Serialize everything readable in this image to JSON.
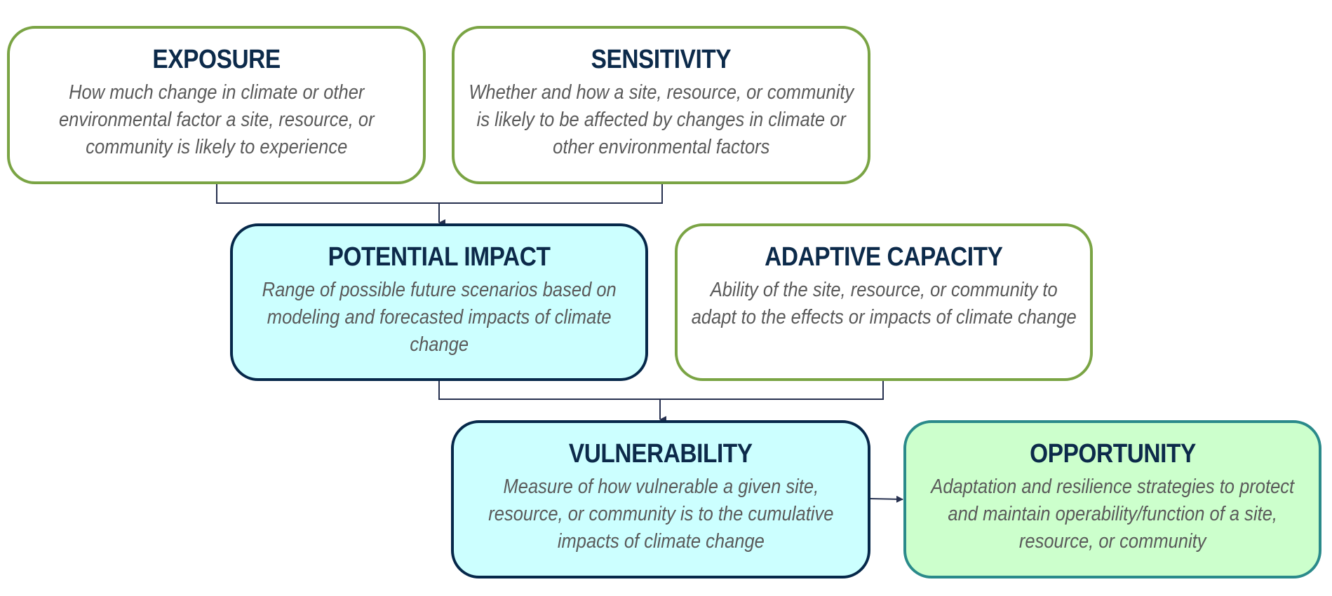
{
  "diagram": {
    "colors": {
      "title_text": "#0c2a4a",
      "description_text": "#5a5a5a",
      "green_border": "#7aa444",
      "navy_border": "#06284a",
      "teal_border": "#2a8a8a",
      "cyan_fill": "#ccffff",
      "mint_fill": "#ccffcc",
      "white_fill": "#ffffff",
      "connector": "#26304f"
    },
    "nodes": {
      "exposure": {
        "title": "EXPOSURE",
        "description": "How much change in climate or other environmental factor a site, resource, or community is likely to experience"
      },
      "sensitivity": {
        "title": "SENSITIVITY",
        "description": "Whether and how a site, resource, or community is likely to be affected by changes in climate or other environmental factors"
      },
      "potential_impact": {
        "title": "POTENTIAL IMPACT",
        "description": "Range of possible future scenarios based on modeling and forecasted impacts of climate change"
      },
      "adaptive_capacity": {
        "title": "ADAPTIVE CAPACITY",
        "description": "Ability of the site, resource, or community to adapt to the effects or impacts of climate change"
      },
      "vulnerability": {
        "title": "VULNERABILITY",
        "description": "Measure of how vulnerable a given site, resource, or community is to the cumulative impacts of climate change"
      },
      "opportunity": {
        "title": "OPPORTUNITY",
        "description": "Adaptation and resilience strategies to protect and maintain operability/function of a site, resource, or community"
      }
    },
    "edges": [
      {
        "from": [
          "exposure",
          "sensitivity"
        ],
        "to": "potential_impact"
      },
      {
        "from": [
          "potential_impact",
          "adaptive_capacity"
        ],
        "to": "vulnerability"
      },
      {
        "from": [
          "vulnerability"
        ],
        "to": "opportunity"
      }
    ]
  }
}
